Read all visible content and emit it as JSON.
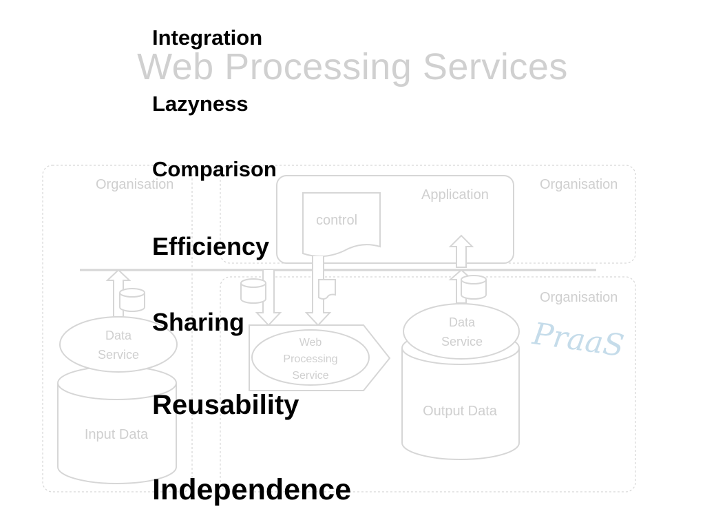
{
  "slide": {
    "title": "Web Processing Services",
    "keywords": [
      "Integration",
      "Lazyness",
      "Comparison",
      "Efficiency",
      "Sharing",
      "Reusability",
      "Independence"
    ]
  },
  "diagram": {
    "organisation_left": "Organisation",
    "organisation_top_right": "Organisation",
    "organisation_bottom_right": "Organisation",
    "application": "Application",
    "control": "control",
    "wps_line1": "Web",
    "wps_line2": "Processing",
    "wps_line3": "Service",
    "input_service_line1": "Data",
    "input_service_line2": "Service",
    "input_data": "Input Data",
    "output_service_line1": "Data",
    "output_service_line2": "Service",
    "output_data": "Output Data",
    "praas": "PraaS"
  },
  "colors": {
    "diagram_stroke": "#d6d6d6",
    "diagram_text": "#cfcfcf",
    "praas": "#c5dcea",
    "keyword_text": "#000000",
    "title_text": "#d0d0d0"
  }
}
